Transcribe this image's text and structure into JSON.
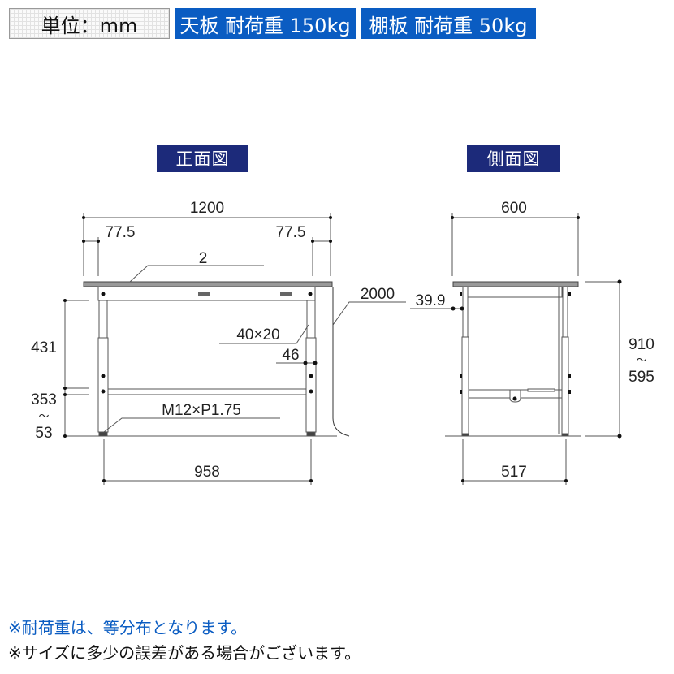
{
  "header": {
    "unit": "単位：mm",
    "top_load": "天板 耐荷重 150kg",
    "shelf_load": "棚板 耐荷重 50kg"
  },
  "views": {
    "front": {
      "label": "正面図",
      "dims": {
        "width": "1200",
        "left_offset": "77.5",
        "right_offset": "77.5",
        "top_thickness": "2",
        "cable": "2000",
        "pipe": "40×20",
        "leg_width": "46",
        "shelf_height": "431",
        "adjust_top": "353",
        "tilde": "〜",
        "adjust_bottom": "53",
        "adjuster": "M12×P1.75",
        "inner_width": "958"
      }
    },
    "side": {
      "label": "側面図",
      "dims": {
        "depth": "600",
        "apron": "39.9",
        "height_max": "910",
        "tilde": "〜",
        "height_min": "595",
        "inner_depth": "517"
      }
    }
  },
  "notes": [
    "※耐荷重は、等分布となります。",
    "※サイズに多少の誤差がある場合がございます。"
  ]
}
